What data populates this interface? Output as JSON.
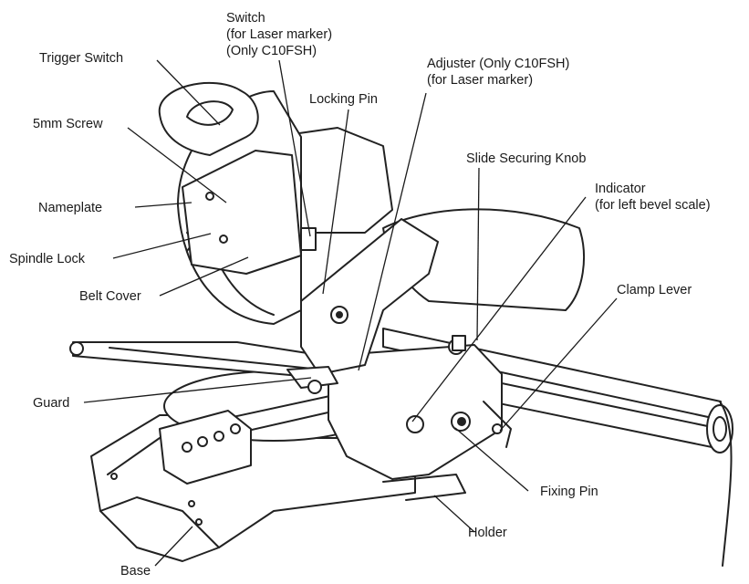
{
  "labels": {
    "switch": [
      "Switch",
      "(for Laser marker)",
      "(Only C10FSH)"
    ],
    "trigger_switch": "Trigger Switch",
    "adjuster": [
      "Adjuster (Only C10FSH)",
      "(for Laser marker)"
    ],
    "locking_pin": "Locking Pin",
    "screw_5mm": "5mm Screw",
    "slide_securing_knob": "Slide Securing Knob",
    "indicator": [
      "Indicator",
      "(for left bevel scale)"
    ],
    "nameplate": "Nameplate",
    "spindle_lock": "Spindle Lock",
    "clamp_lever": "Clamp Lever",
    "belt_cover": "Belt Cover",
    "guard": "Guard",
    "fixing_pin": "Fixing Pin",
    "holder": "Holder",
    "base": "Base"
  }
}
